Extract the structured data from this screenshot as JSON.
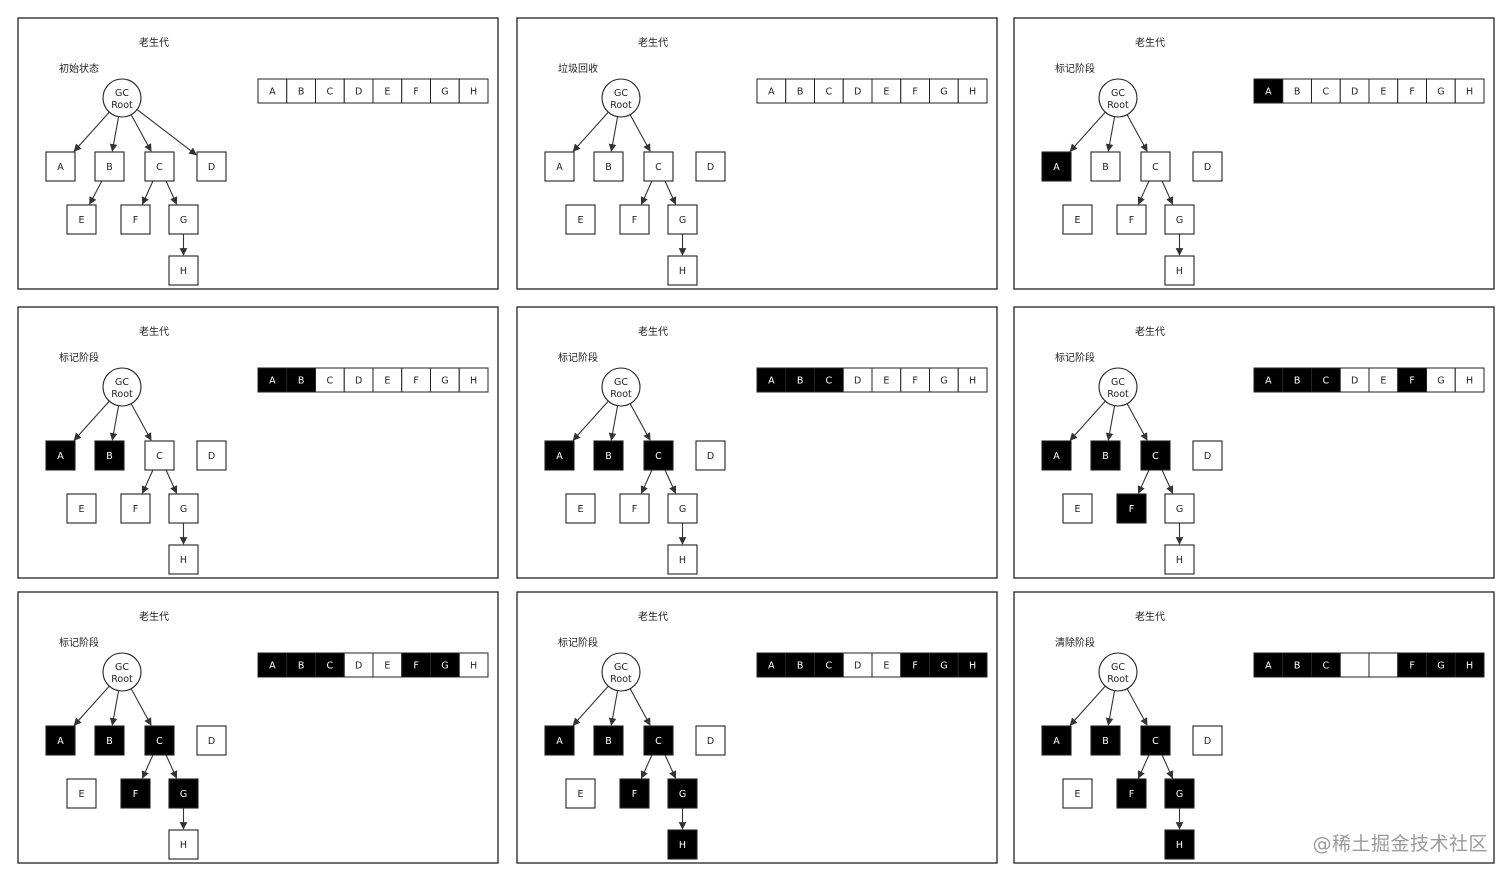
{
  "colors": {
    "border": "#222222",
    "line": "#333333",
    "filled": "#000000",
    "empty": "#ffffff",
    "text_dark": "#222222",
    "text_light": "#ffffff",
    "watermark": "#9a9a9a"
  },
  "root_label": [
    "GC",
    "Root"
  ],
  "node_ids": [
    "A",
    "B",
    "C",
    "D",
    "E",
    "F",
    "G",
    "H"
  ],
  "panels": [
    {
      "title": "老生代",
      "phase": "初始状态",
      "marked": [],
      "cleared": [],
      "edges": [
        [
          "root",
          "A"
        ],
        [
          "root",
          "B"
        ],
        [
          "root",
          "C"
        ],
        [
          "root",
          "D"
        ],
        [
          "B",
          "E"
        ],
        [
          "C",
          "F"
        ],
        [
          "C",
          "G"
        ],
        [
          "G",
          "H"
        ]
      ]
    },
    {
      "title": "老生代",
      "phase": "垃圾回收",
      "marked": [],
      "cleared": [],
      "edges": [
        [
          "root",
          "A"
        ],
        [
          "root",
          "B"
        ],
        [
          "root",
          "C"
        ],
        [
          "C",
          "F"
        ],
        [
          "C",
          "G"
        ],
        [
          "G",
          "H"
        ]
      ]
    },
    {
      "title": "老生代",
      "phase": "标记阶段",
      "marked": [
        "A"
      ],
      "cleared": [],
      "edges": [
        [
          "root",
          "A"
        ],
        [
          "root",
          "B"
        ],
        [
          "root",
          "C"
        ],
        [
          "C",
          "F"
        ],
        [
          "C",
          "G"
        ],
        [
          "G",
          "H"
        ]
      ]
    },
    {
      "title": "老生代",
      "phase": "标记阶段",
      "marked": [
        "A",
        "B"
      ],
      "cleared": [],
      "edges": [
        [
          "root",
          "A"
        ],
        [
          "root",
          "B"
        ],
        [
          "root",
          "C"
        ],
        [
          "C",
          "F"
        ],
        [
          "C",
          "G"
        ],
        [
          "G",
          "H"
        ]
      ]
    },
    {
      "title": "老生代",
      "phase": "标记阶段",
      "marked": [
        "A",
        "B",
        "C"
      ],
      "cleared": [],
      "edges": [
        [
          "root",
          "A"
        ],
        [
          "root",
          "B"
        ],
        [
          "root",
          "C"
        ],
        [
          "C",
          "F"
        ],
        [
          "C",
          "G"
        ],
        [
          "G",
          "H"
        ]
      ]
    },
    {
      "title": "老生代",
      "phase": "标记阶段",
      "marked": [
        "A",
        "B",
        "C",
        "F"
      ],
      "cleared": [],
      "edges": [
        [
          "root",
          "A"
        ],
        [
          "root",
          "B"
        ],
        [
          "root",
          "C"
        ],
        [
          "C",
          "F"
        ],
        [
          "C",
          "G"
        ],
        [
          "G",
          "H"
        ]
      ]
    },
    {
      "title": "老生代",
      "phase": "标记阶段",
      "marked": [
        "A",
        "B",
        "C",
        "F",
        "G"
      ],
      "cleared": [],
      "edges": [
        [
          "root",
          "A"
        ],
        [
          "root",
          "B"
        ],
        [
          "root",
          "C"
        ],
        [
          "C",
          "F"
        ],
        [
          "C",
          "G"
        ],
        [
          "G",
          "H"
        ]
      ]
    },
    {
      "title": "老生代",
      "phase": "标记阶段",
      "marked": [
        "A",
        "B",
        "C",
        "F",
        "G",
        "H"
      ],
      "cleared": [],
      "edges": [
        [
          "root",
          "A"
        ],
        [
          "root",
          "B"
        ],
        [
          "root",
          "C"
        ],
        [
          "C",
          "F"
        ],
        [
          "C",
          "G"
        ],
        [
          "G",
          "H"
        ]
      ]
    },
    {
      "title": "老生代",
      "phase": "清除阶段",
      "marked": [
        "A",
        "B",
        "C",
        "F",
        "G",
        "H"
      ],
      "cleared": [
        "D",
        "E"
      ],
      "edges": [
        [
          "root",
          "A"
        ],
        [
          "root",
          "B"
        ],
        [
          "root",
          "C"
        ],
        [
          "C",
          "F"
        ],
        [
          "C",
          "G"
        ],
        [
          "G",
          "H"
        ]
      ]
    }
  ],
  "watermark": "@稀土掘金技术社区"
}
